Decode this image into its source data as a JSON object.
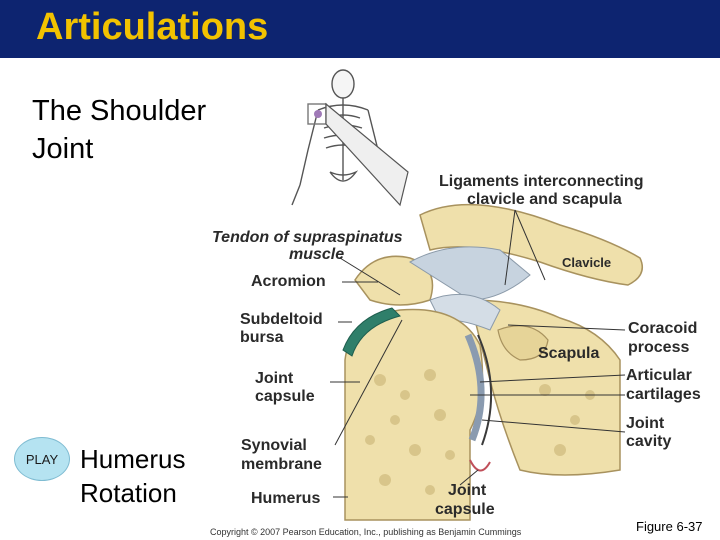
{
  "title": "Articulations",
  "subtitle_line1": "The Shoulder",
  "subtitle_line2": "Joint",
  "play": {
    "button_label": "PLAY",
    "line1": "Humerus",
    "line2": "Rotation"
  },
  "labels": {
    "ligaments_l1": "Ligaments interconnecting",
    "ligaments_l2": "clavicle and scapula",
    "tendon_l1": "Tendon of supraspinatus",
    "tendon_l2": "muscle",
    "acromion": "Acromion",
    "clavicle": "Clavicle",
    "subdeltoid_l1": "Subdeltoid",
    "subdeltoid_l2": "bursa",
    "coracoid_l1": "Coracoid",
    "coracoid_l2": "process",
    "scapula": "Scapula",
    "joint_capsule_l1": "Joint",
    "joint_capsule_l2": "capsule",
    "articular_l1": "Articular",
    "articular_l2": "cartilages",
    "joint_cavity_l1": "Joint",
    "joint_cavity_l2": "cavity",
    "synovial_l1": "Synovial",
    "synovial_l2": "membrane",
    "humerus": "Humerus",
    "joint_capsule_bottom_l1": "Joint",
    "joint_capsule_bottom_l2": "capsule"
  },
  "copyright": "Copyright © 2007 Pearson Education, Inc., publishing as Benjamin Cummings",
  "figure_label": "Figure 6-37",
  "colors": {
    "title_bar": "#0d2470",
    "title_text": "#f2c200",
    "bone": "#efe0ab",
    "bone_dark": "#c9b27a",
    "ligament": "#c7d3df",
    "bursa": "#2f7f6a",
    "cartilage": "#8a9bb0",
    "play_button": "#b5e3f1"
  }
}
